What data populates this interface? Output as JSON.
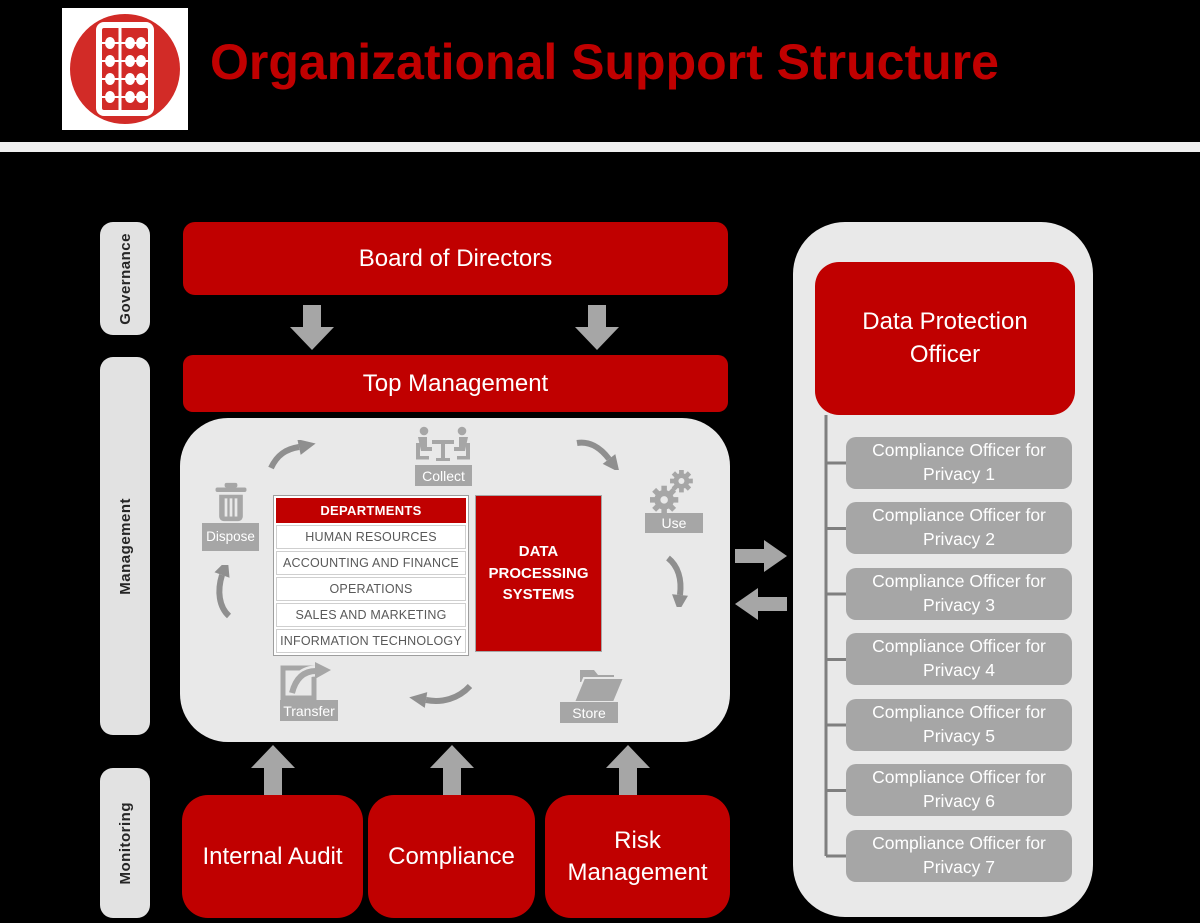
{
  "colors": {
    "accent_red": "#c00000",
    "logo_red": "#d22b27",
    "panel_gray": "#e9e9e9",
    "element_gray": "#a6a6a6",
    "arrow_gray": "#8f8f8f",
    "table_text_gray": "#595959",
    "background_black": "#000000"
  },
  "header": {
    "title": "Organizational Support Structure",
    "logo": "abacus-icon"
  },
  "rails": {
    "governance": "Governance",
    "management": "Management",
    "monitoring": "Monitoring"
  },
  "org": {
    "board": "Board of Directors",
    "top_management": "Top Management"
  },
  "cycle": {
    "collect": "Collect",
    "use": "Use",
    "store": "Store",
    "transfer": "Transfer",
    "dispose": "Dispose",
    "departments": {
      "header": "DEPARTMENTS",
      "rows": [
        "HUMAN RESOURCES",
        "ACCOUNTING AND FINANCE",
        "OPERATIONS",
        "SALES AND MARKETING",
        "INFORMATION TECHNOLOGY"
      ]
    },
    "dps": "DATA PROCESSING SYSTEMS"
  },
  "monitoring_row": {
    "internal_audit": "Internal Audit",
    "compliance": "Compliance",
    "risk_management": "Risk Management"
  },
  "right_panel": {
    "dpo": "Data Protection Officer",
    "officers": [
      "Compliance Officer for Privacy 1",
      "Compliance Officer for Privacy 2",
      "Compliance Officer for Privacy 3",
      "Compliance Officer for Privacy 4",
      "Compliance Officer for Privacy 5",
      "Compliance Officer for Privacy 6",
      "Compliance Officer for Privacy 7"
    ]
  }
}
